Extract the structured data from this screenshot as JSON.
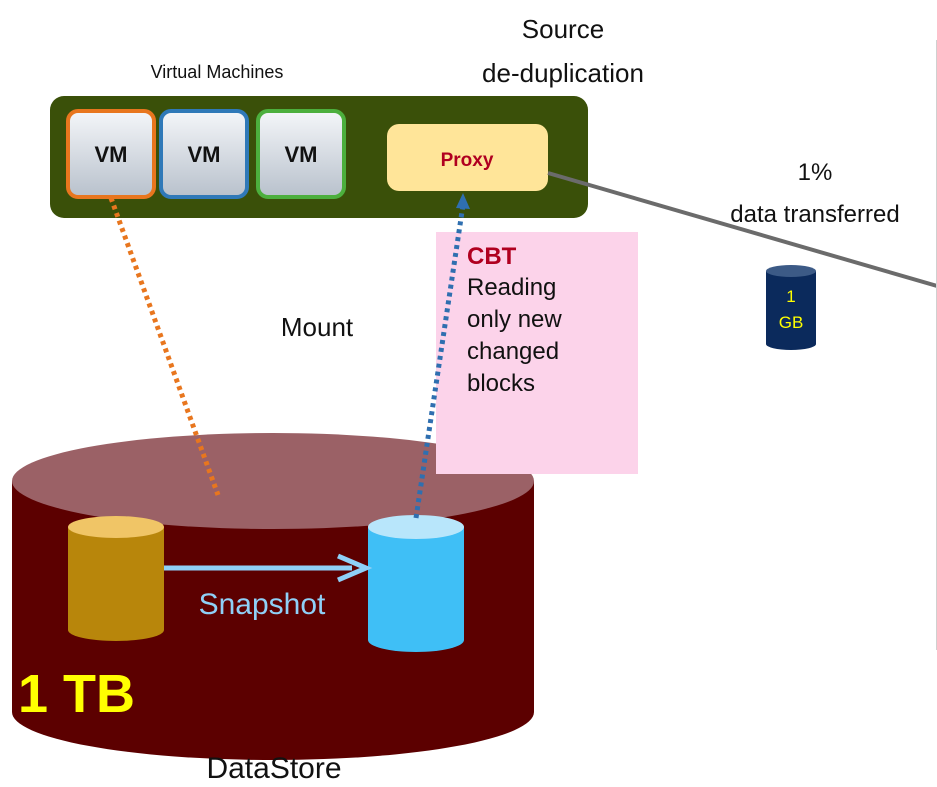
{
  "diagram": {
    "labels": {
      "virtual_machines": "Virtual Machines",
      "source_dedup_line1": "Source",
      "source_dedup_line2": "de-duplication",
      "mount": "Mount",
      "transfer_pct": "1%",
      "transfer_text": "data transferred",
      "datastore": "DataStore"
    },
    "vms": [
      {
        "label": "VM",
        "border_color": "#e8761e"
      },
      {
        "label": "VM",
        "border_color": "#2f79b8"
      },
      {
        "label": "VM",
        "border_color": "#4caf3d"
      }
    ],
    "proxy": {
      "label": "Proxy",
      "text_color": "#b00020",
      "fill": "#ffe599"
    },
    "cbt": {
      "title": "CBT",
      "text": "Reading\nonly new\nchanged\nblocks"
    },
    "snapshot_label": "Snapshot",
    "datastore_size": "1 TB",
    "transfer_size_line1": "1",
    "transfer_size_line2": "GB",
    "colors": {
      "host_bg": "#3a5009",
      "datastore_fill": "#5c0000",
      "datastore_top": "#9b6166",
      "source_disk": "#b8860b",
      "snapshot_disk": "#3fbff6",
      "snapshot_arrow": "#8fd0f7",
      "size_text": "#ffff00",
      "small_disk": "#0b2a5c",
      "mount_line": "#e8761e",
      "cbt_line": "#2f6fb0",
      "cbt_box": "#fcd3ea"
    }
  }
}
